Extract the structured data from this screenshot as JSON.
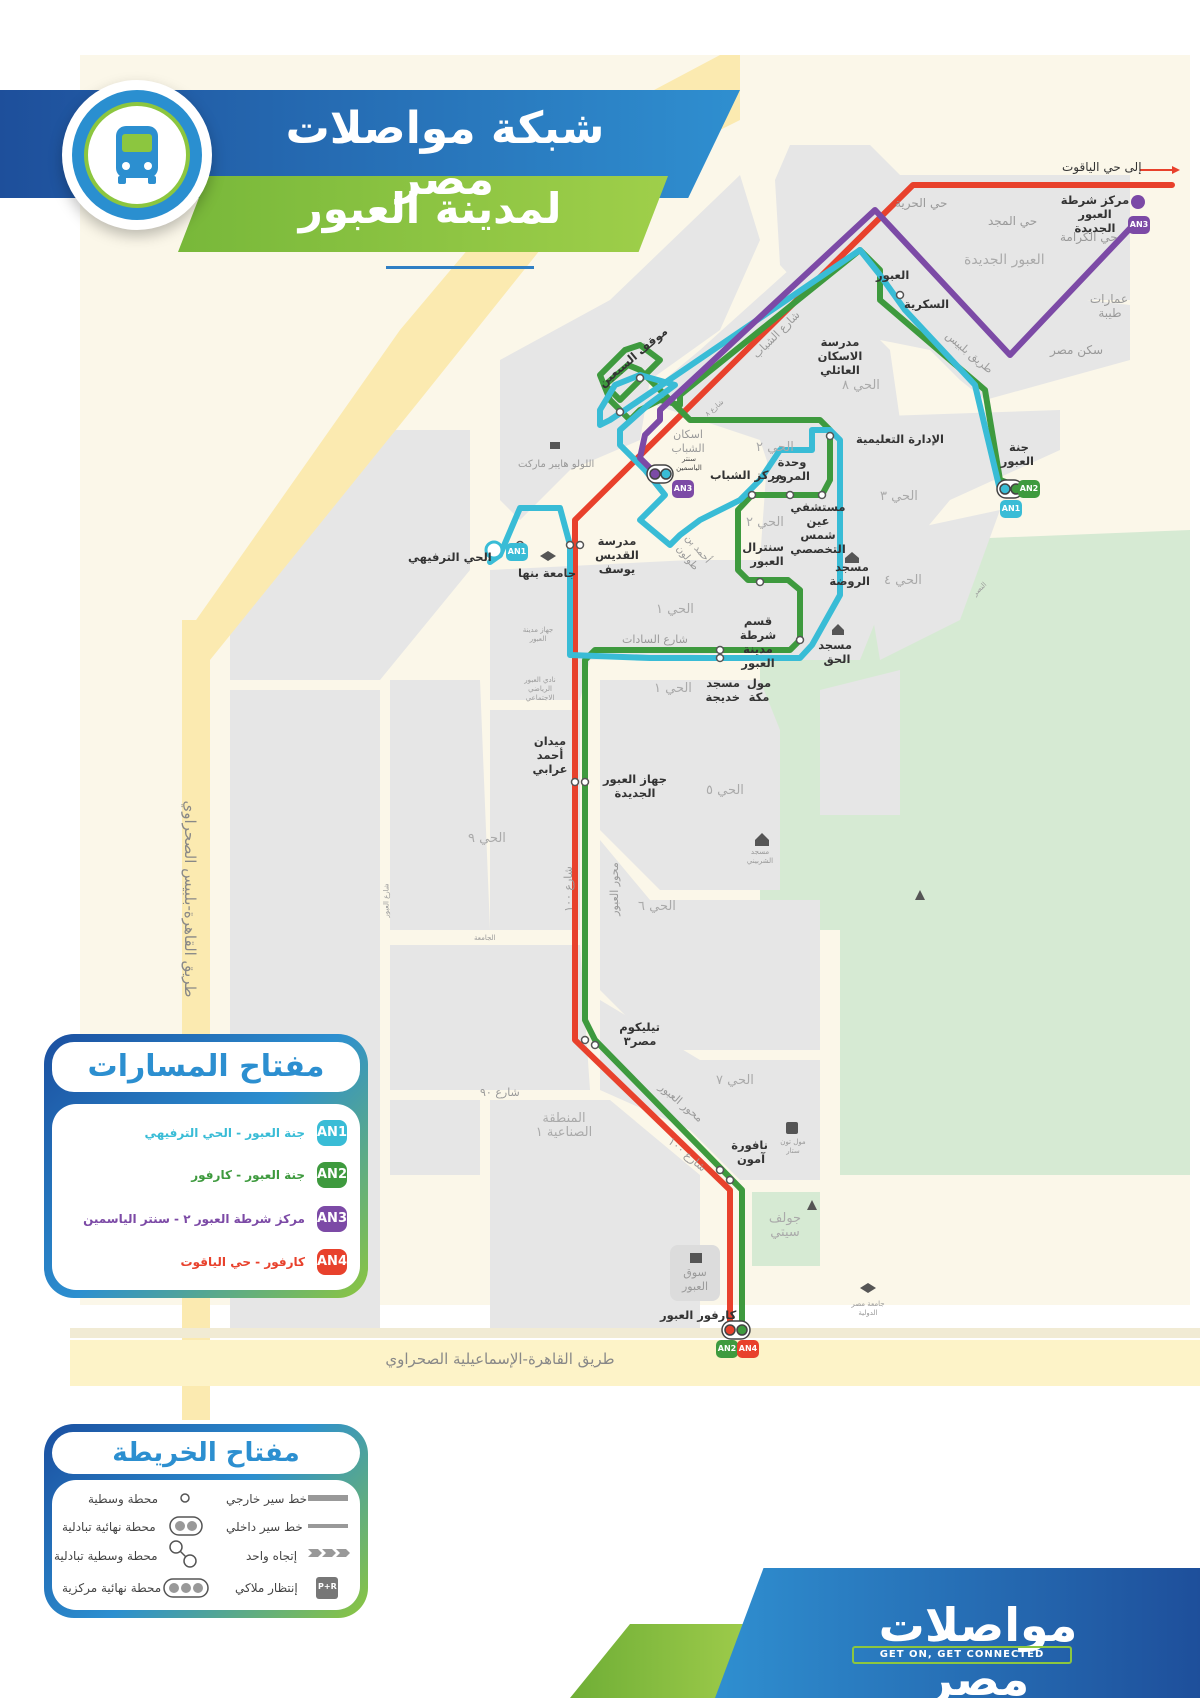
{
  "header": {
    "title": "شبكة مواصلات مصر",
    "subtitle": "لمدينة العبور"
  },
  "colors": {
    "AN1": "#39bcd6",
    "AN2": "#3e9a3e",
    "AN3": "#7c4aa6",
    "AN4": "#e8412c",
    "blue": "#2c8fd0",
    "green": "#8cc63f"
  },
  "map": {
    "to_yaqout": "إلى حي الياقوت",
    "roads": {
      "cairo_belbeis": "طريق القاهرة-بلبيس الصحراوي",
      "cairo_ismailia": "طريق القاهرة-الإسماعيلية الصحراوي"
    },
    "stations": {
      "police_new": "مركز شرطة العبور الجديدة",
      "obour": "العبور",
      "sukkariya": "السكرية",
      "family_school": "مدرسة الاسكان العائلي",
      "jannat": "جنة العبور",
      "admin": "الإدارة التعليمية",
      "traffic": "وحدة المرور",
      "youth_center": "مركز الشباب",
      "hospital": "مستشفي عين شمس التخصصي",
      "stop_70": "موقف السبعين",
      "youth_housing": "اسكان الشباب",
      "yasmin_center": "سنتر الياسمين",
      "central": "سنترال العبور",
      "rawda": "مسجد الروضة",
      "st_joseph": "مدرسة القديس يوسف",
      "benha": "جامعة بنها",
      "recreational": "الحي الترفيهي",
      "police_obour": "قسم شرطة مدينة العبور",
      "haq": "مسجد الحق",
      "mecca": "مول مكة",
      "khadija": "مسجد خديجة",
      "orabi": "ميدان أحمد عرابي",
      "agency": "جهاز العبور الجديدة",
      "telecom": "تيليكوم مصر٣",
      "amon": "نافورة آمون",
      "carrefour": "كارفور العبور"
    },
    "districts": {
      "hurriya": "حي الحرية",
      "majd": "حي المجد",
      "karama": "حي الكرامة",
      "new_obour": "العبور الجديدة",
      "taiba": "عمارات طيبة",
      "sakan_misr": "سكن مصر",
      "d8": "الحي ٨",
      "d2a": "الحي ٢",
      "d2b": "الحي ٢",
      "d3": "الحي ٣",
      "d4": "الحي ٤",
      "d1a": "الحي ١",
      "d1b": "الحي ١",
      "d5": "الحي ٥",
      "d9": "الحي ٩",
      "d6": "الحي ٦",
      "d7": "الحي ٧",
      "industrial": "المنطقة الصناعية ١",
      "golf": "جولف سيتي",
      "souq": "سوق العبور",
      "lulu": "اللولو هايبر ماركت",
      "city_agency": "جهاز مدينة العبور",
      "sports_club": "نادي العبور الرياضي الاجتماعي",
      "sherbini": "مسجد الشربيني",
      "toon_mall": "مول تون ستار",
      "misr_uni": "جامعة مصر الدولية"
    },
    "streets": {
      "shabab": "شارع الشباب",
      "sadat": "شارع السادات",
      "belbeis_rd": "طريق بلبيس",
      "tolon": "أحمد بن طولون",
      "nasr": "النصر",
      "s100a": "شارع ١٠٠",
      "s100b": "شارع ١٠٠",
      "mehwar_a": "محور العبور",
      "mehwar_b": "محور العبور",
      "s90": "شارع ٩٠",
      "obour_st": "شارع العبور",
      "jamaa": "الجامعة",
      "s8": "شارع ٨"
    }
  },
  "routes_legend": {
    "title": "مفتاح المسارات",
    "items": [
      {
        "code": "AN1",
        "label": "جنة العبور - الحي الترفيهي",
        "color": "#39bcd6"
      },
      {
        "code": "AN2",
        "label": "جنة العبور - كارفور",
        "color": "#3e9a3e"
      },
      {
        "code": "AN3",
        "label": "مركز شرطة العبور ٢ - سنتر الياسمين",
        "color": "#7c4aa6"
      },
      {
        "code": "AN4",
        "label": "كارفور - حي الياقوت",
        "color": "#e8412c"
      }
    ]
  },
  "map_legend": {
    "title": "مفتاح الخريطة",
    "items": {
      "outer": "خط سير خارجي",
      "inner": "خط سير داخلي",
      "oneway": "إتجاه واحد",
      "parking": "إنتظار ملاكي",
      "mid": "محطة وسطية",
      "term_x": "محطة نهائية تبادلية",
      "mid_x": "محطة وسطية تبادلية",
      "term_c": "محطة نهائية مركزية",
      "pr": "P+R"
    }
  },
  "brand": {
    "name": "مواصلات مصر",
    "tagline": "GET ON, GET CONNECTED"
  }
}
